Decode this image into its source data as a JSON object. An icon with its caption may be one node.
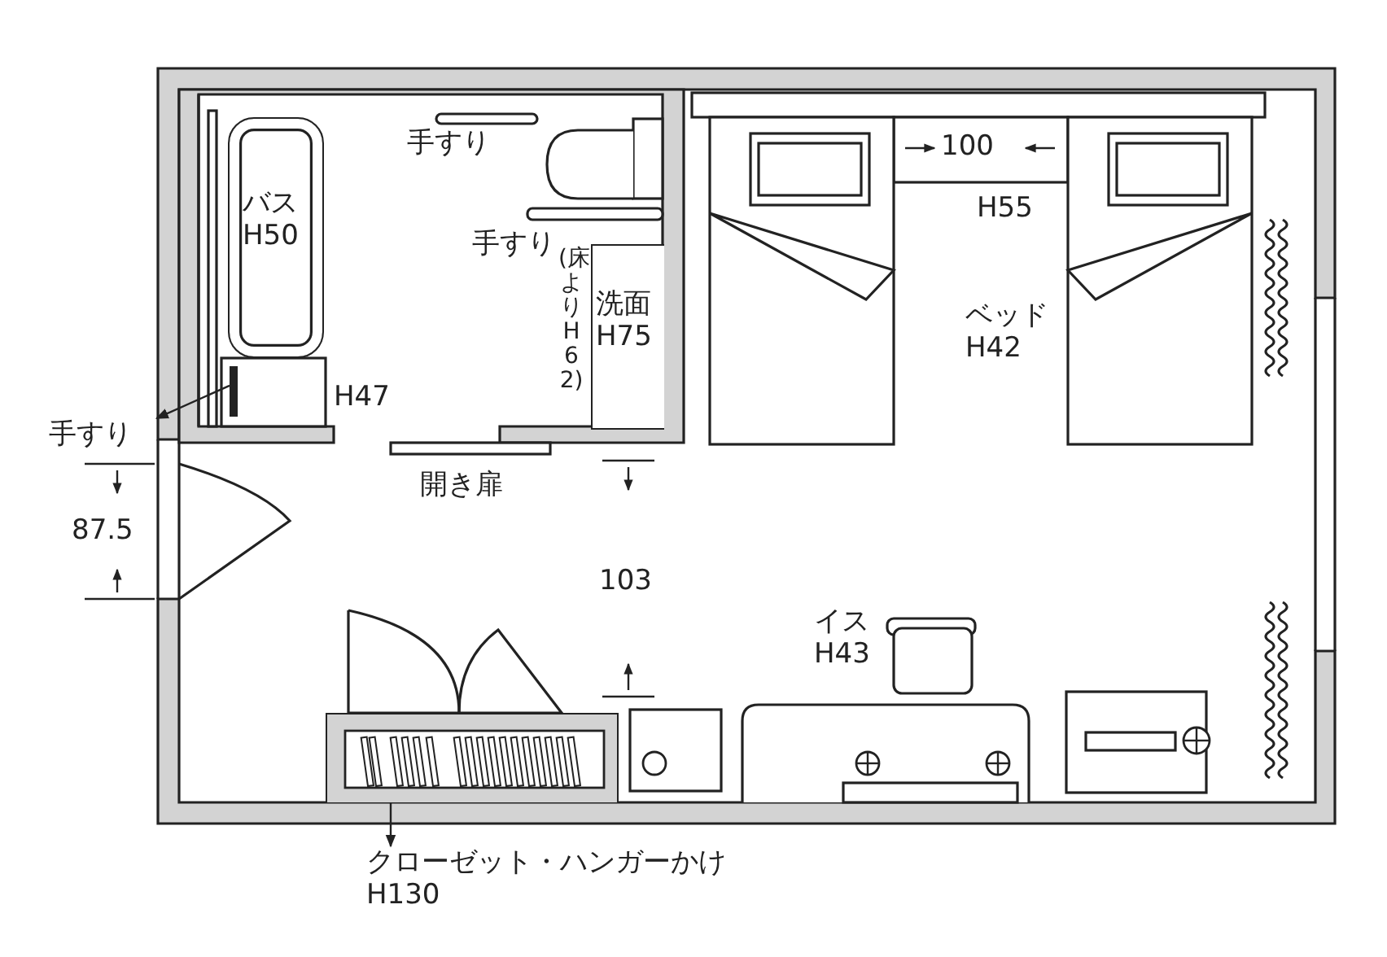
{
  "diagram": {
    "nodes": [
      {
        "text": [
          "バス H50"
        ]
      },
      {
        "text": [
          "洗面 H75"
        ],
        "beside": [
          "(床よりH62)"
        ]
      },
      {
        "text": [
          "手すり"
        ]
      },
      {
        "text": [],
        "shape": "bar"
      },
      {
        "text": [],
        "shape": "box"
      },
      {
        "text": [
          "クローゼット・ハンガーかけ H130"
        ]
      }
    ],
    "edges": [
      {
        "from": 3,
        "to": 2,
        "arrow": "to"
      },
      {
        "from": 4,
        "to": 5,
        "arrow": "to"
      }
    ],
    "labels": [
      "手すり",
      "100",
      "H55",
      "手すり",
      "ベッド H42",
      "H47",
      "開き扉",
      "87.5",
      "103",
      "イス H43"
    ]
  }
}
